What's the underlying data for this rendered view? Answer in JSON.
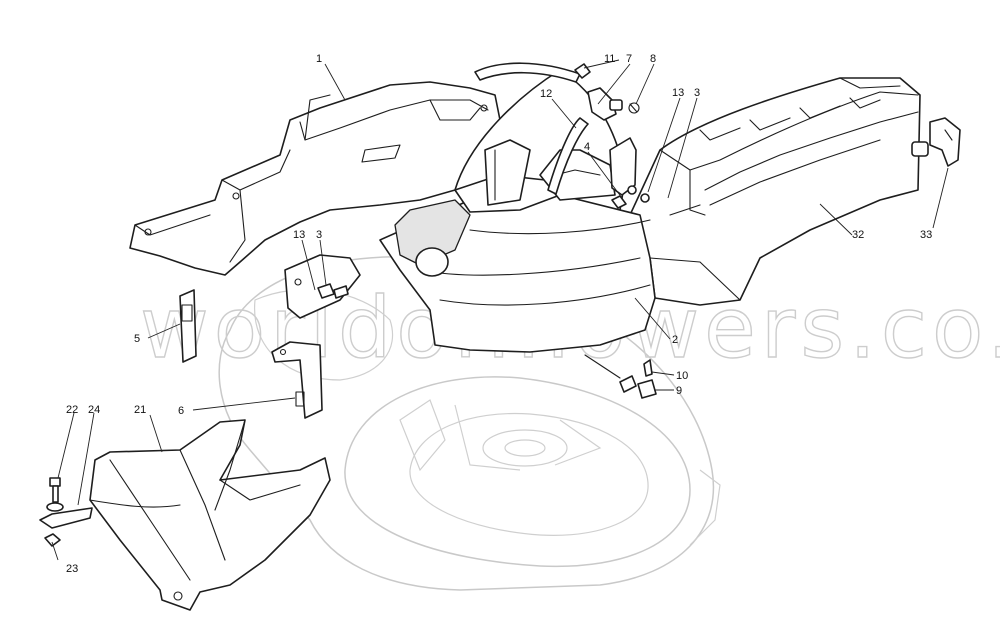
{
  "watermark": "worldofmowers.co.uk",
  "callouts": [
    {
      "id": "c1",
      "label": "1"
    },
    {
      "id": "c2",
      "label": "2"
    },
    {
      "id": "c3a",
      "label": "3"
    },
    {
      "id": "c3b",
      "label": "3"
    },
    {
      "id": "c4",
      "label": "4"
    },
    {
      "id": "c5",
      "label": "5"
    },
    {
      "id": "c6",
      "label": "6"
    },
    {
      "id": "c7",
      "label": "7"
    },
    {
      "id": "c8",
      "label": "8"
    },
    {
      "id": "c9",
      "label": "9"
    },
    {
      "id": "c10",
      "label": "10"
    },
    {
      "id": "c11",
      "label": "11"
    },
    {
      "id": "c12",
      "label": "12"
    },
    {
      "id": "c13a",
      "label": "13"
    },
    {
      "id": "c13b",
      "label": "13"
    },
    {
      "id": "c21",
      "label": "21"
    },
    {
      "id": "c22",
      "label": "22"
    },
    {
      "id": "c23",
      "label": "23"
    },
    {
      "id": "c24",
      "label": "24"
    },
    {
      "id": "c32",
      "label": "32"
    },
    {
      "id": "c33",
      "label": "33"
    }
  ]
}
